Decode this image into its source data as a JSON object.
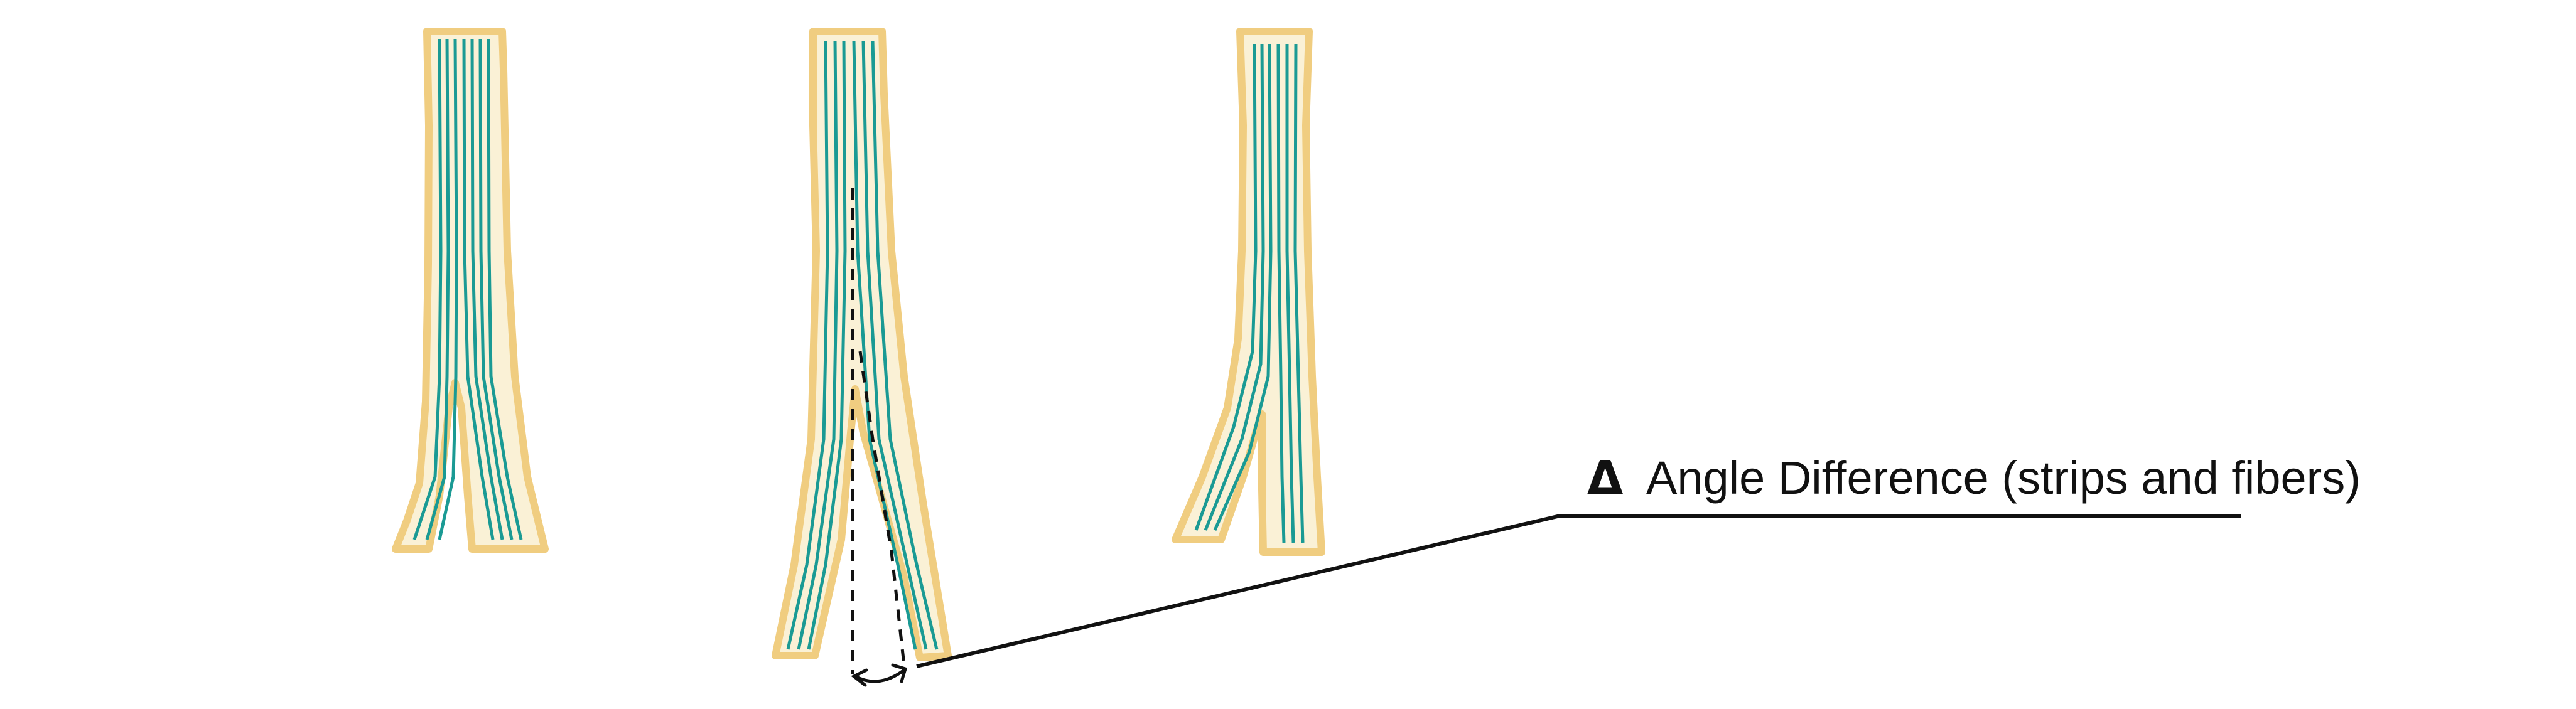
{
  "annotation": {
    "symbol": "Δ",
    "label": "Angle Difference (strips and fibers)"
  },
  "colors": {
    "strip_fill": "#FAF1D6",
    "strip_outline": "#F0CD80",
    "fiber": "#1A9A94",
    "annotation_line": "#111111",
    "background": "#FFFFFF"
  },
  "figures": [
    {
      "name": "split-strip-symmetric"
    },
    {
      "name": "split-strip-with-angle"
    },
    {
      "name": "split-strip-one-sided"
    }
  ]
}
